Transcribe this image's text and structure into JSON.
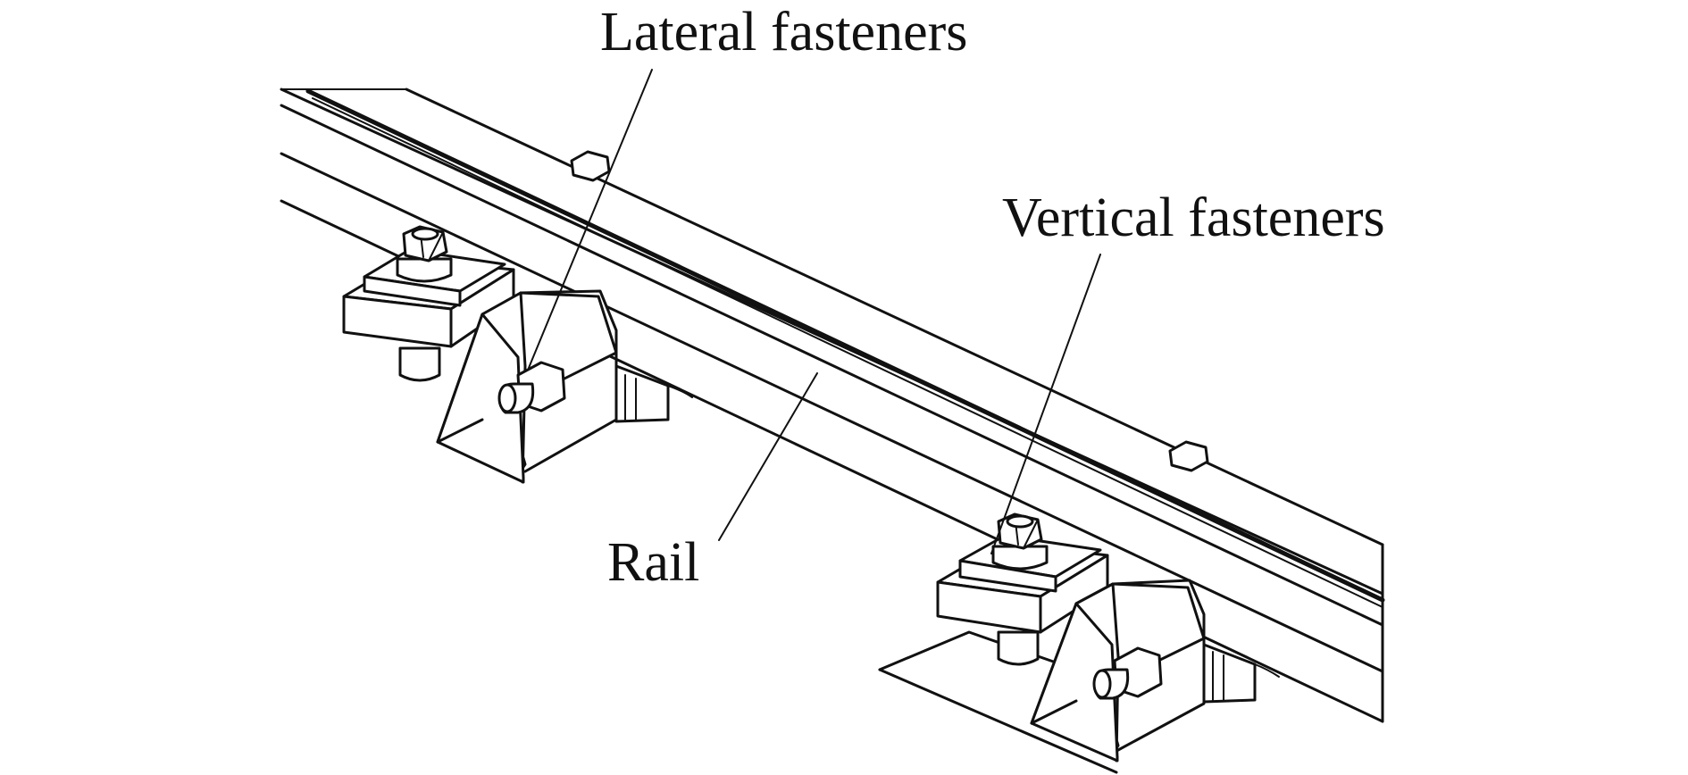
{
  "labels": {
    "lateral": "Lateral fasteners",
    "vertical": "Vertical fasteners",
    "rail": "Rail"
  },
  "colors": {
    "ink": "#111111",
    "paper": "#ffffff"
  }
}
